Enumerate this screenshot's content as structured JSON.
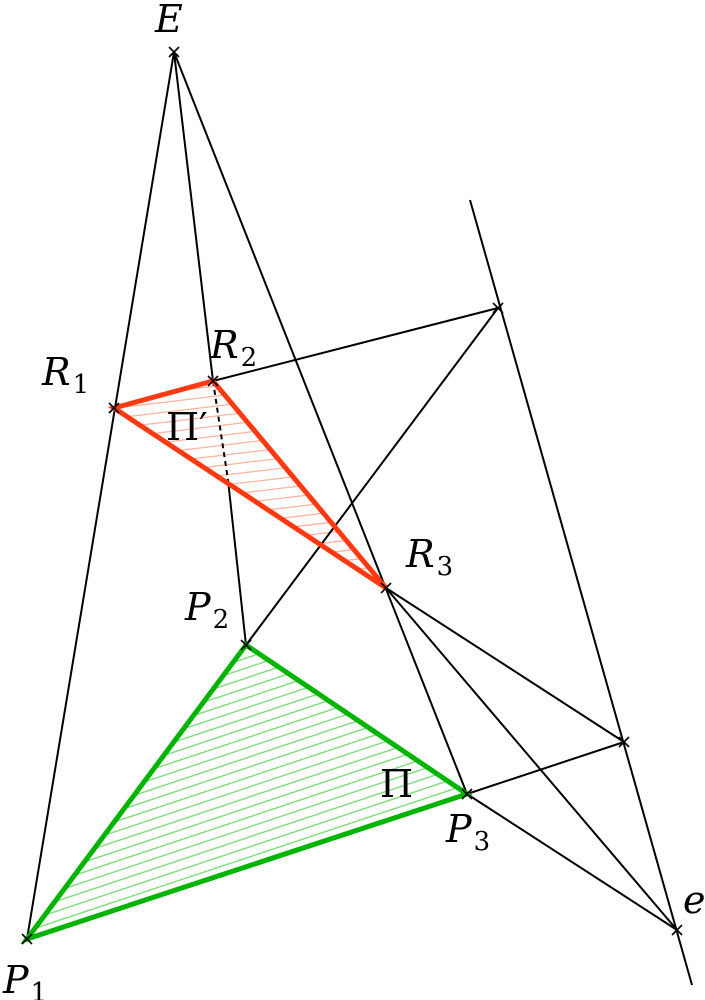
{
  "labels": {
    "E": "E",
    "e": "e",
    "P1": {
      "main": "P",
      "sub": "1"
    },
    "P2": {
      "main": "P",
      "sub": "2"
    },
    "P3": {
      "main": "P",
      "sub": "3"
    },
    "R1": {
      "main": "R",
      "sub": "1"
    },
    "R2": {
      "main": "R",
      "sub": "2"
    },
    "R3": {
      "main": "R",
      "sub": "3"
    },
    "Pi": "Π",
    "PiPrime": "Π′"
  },
  "colors": {
    "green": "#00b400",
    "green_hatch": "#7fdc7f",
    "red": "#ff3a12",
    "red_hatch": "#ffb29f",
    "line": "#000000"
  }
}
